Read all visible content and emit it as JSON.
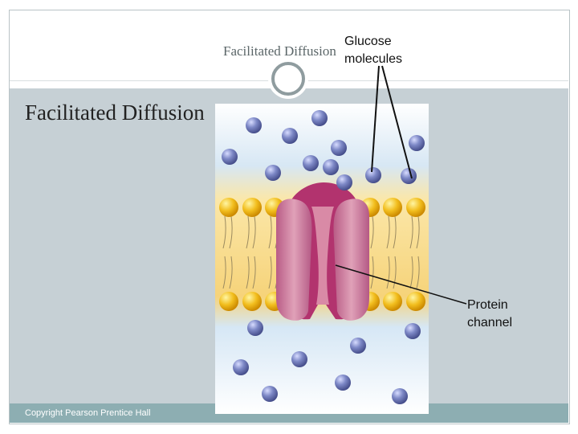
{
  "slide": {
    "header_title": "Facilitated Diffusion",
    "main_title": "Facilitated Diffusion",
    "copyright": "Copyright Pearson Prentice Hall"
  },
  "labels": {
    "glucose_line1": "Glucose",
    "glucose_line2": "molecules",
    "protein_line1": "Protein",
    "protein_line2": "channel"
  },
  "icons": {
    "title_ring": "ring-icon"
  },
  "colors": {
    "panel": "#c6d0d5",
    "bottom_bar": "#8daeb2",
    "molecule": "#5d6aa8",
    "lipid_head": "#f3b51d",
    "membrane": "#f5d77b",
    "protein": "#c86f92"
  }
}
